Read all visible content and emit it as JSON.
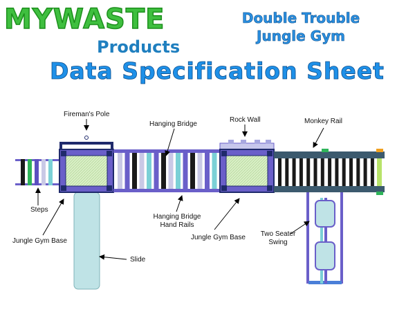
{
  "header": {
    "brand_name": "MYWASTE",
    "brand_sub": "Products",
    "product_line1": "Double Trouble",
    "product_line2": "Jungle Gym",
    "sheet_title": "Data Specification Sheet"
  },
  "labels": {
    "firemans_pole": "Fireman's Pole",
    "hanging_bridge": "Hanging Bridge",
    "rock_wall": "Rock Wall",
    "monkey_rail": "Monkey Rail",
    "steps": "Steps",
    "jungle_gym_base_left": "Jungle Gym Base",
    "hanging_bridge_hand_rails_1": "Hanging Bridge",
    "hanging_bridge_hand_rails_2": "Hand Rails",
    "jungle_gym_base_right": "Jungle Gym Base",
    "two_seater_swing_1": "Two Seater",
    "two_seater_swing_2": "Swing",
    "slide": "Slide"
  },
  "colors": {
    "frame_navy": "#1f2a6b",
    "frame_purple": "#6a5fc9",
    "platform_green": "#d3ecc0",
    "slide_blue": "#bfe3e6",
    "accent_green": "#2fb45a",
    "accent_orange": "#f0a020"
  }
}
